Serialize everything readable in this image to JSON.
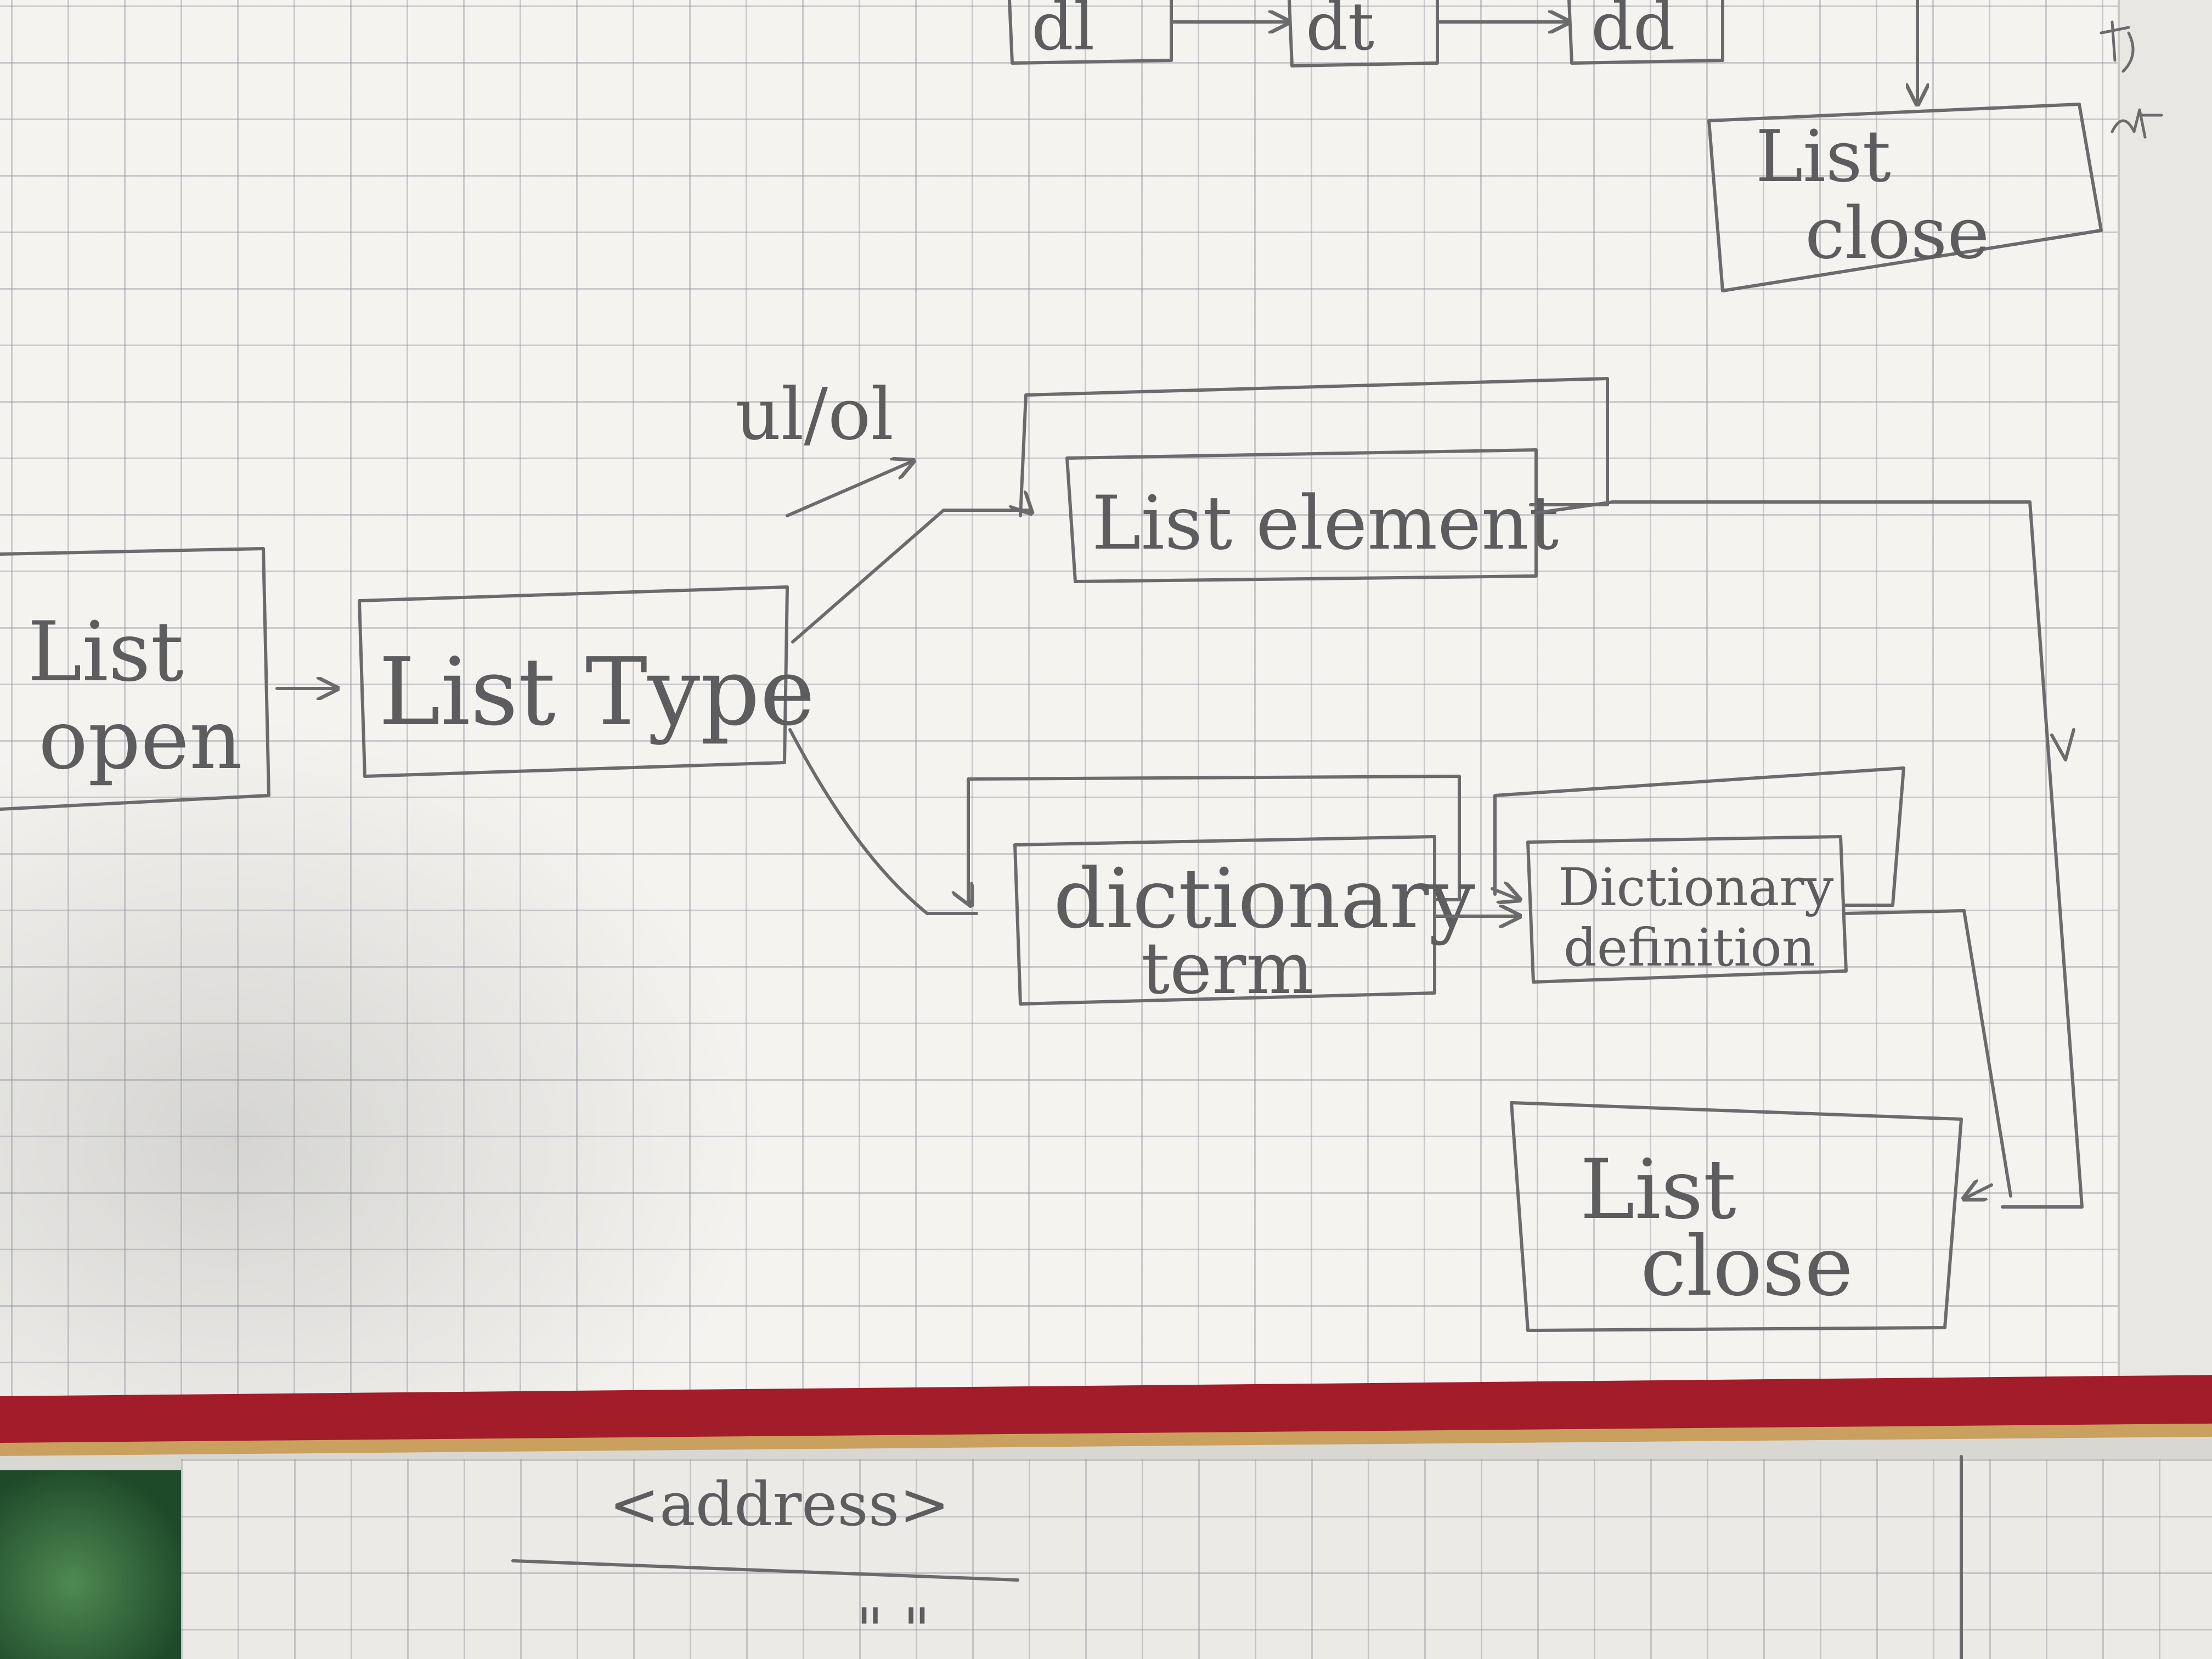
{
  "nodes": {
    "list_open": [
      "List",
      "open"
    ],
    "list_type": "List Type",
    "list_element": "List element",
    "dictionary_term": [
      "dictionary",
      "term"
    ],
    "dictionary_definition": [
      "Dictionary",
      "definition"
    ],
    "list_close_bottom": [
      "List",
      "close"
    ],
    "list_close_top": [
      "List",
      "close"
    ]
  },
  "edge_labels": {
    "ul_ol": "ul/ol"
  },
  "top_partial_boxes": [
    "dl",
    "dt",
    "dd"
  ],
  "next_page_text": "<address>",
  "next_page_text2": "\" \""
}
